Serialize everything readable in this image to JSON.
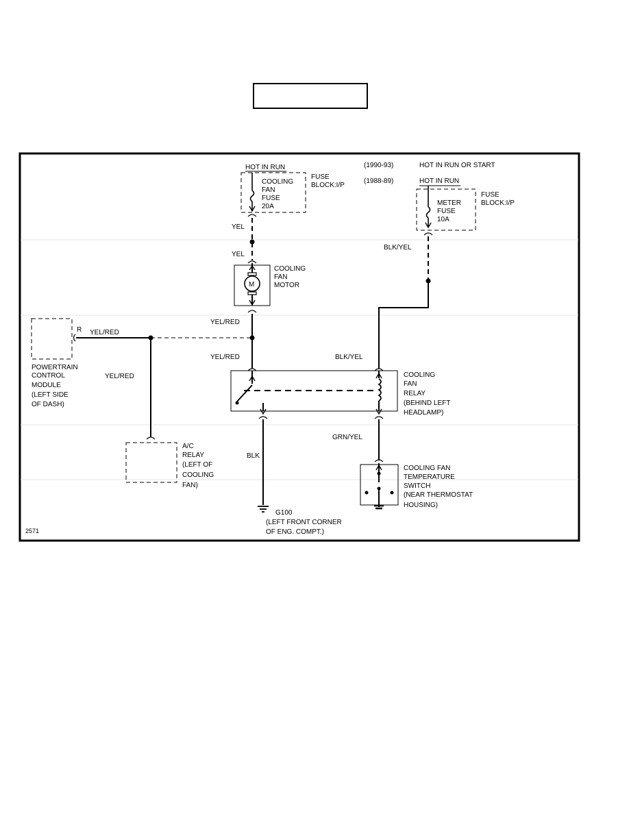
{
  "header_box_text": "",
  "labels": {
    "hot_in_run_1": "HOT IN RUN",
    "years_1990": "(1990-93)",
    "hot_run_start": "HOT IN RUN OR START",
    "years_1988": "(1988-89)",
    "hot_in_run_2": "HOT IN RUN",
    "fuse_cooling_1": "COOLING",
    "fuse_cooling_2": "FAN",
    "fuse_cooling_3": "FUSE",
    "fuse_cooling_4": "20A",
    "fuse_block_1a": "FUSE",
    "fuse_block_1b": "BLOCK:I/P",
    "meter_fuse_1": "METER",
    "meter_fuse_2": "FUSE",
    "meter_fuse_3": "10A",
    "fuse_block_2a": "FUSE",
    "fuse_block_2b": "BLOCK:I/P",
    "yel_1": "YEL",
    "yel_2": "YEL",
    "blk_yel_1": "BLK/YEL",
    "motor_1": "COOLING",
    "motor_2": "FAN",
    "motor_3": "MOTOR",
    "motor_symbol": "M",
    "yel_red_1": "YEL/RED",
    "r_pin": "R",
    "yel_red_2": "YEL/RED",
    "yel_red_3": "YEL/RED",
    "blk_yel_2": "BLK/YEL",
    "pcm_1": "POWERTRAIN",
    "pcm_2": "CONTROL",
    "pcm_3": "MODULE",
    "pcm_4": "(LEFT SIDE",
    "pcm_5": "OF DASH)",
    "yel_red_4": "YEL/RED",
    "relay_1": "COOLING",
    "relay_2": "FAN",
    "relay_3": "RELAY",
    "relay_4": "(BEHIND LEFT",
    "relay_5": "HEADLAMP)",
    "ac_1": "A/C",
    "ac_2": "RELAY",
    "ac_3": "(LEFT OF",
    "ac_4": "COOLING",
    "ac_5": "FAN)",
    "blk": "BLK",
    "grn_yel": "GRN/YEL",
    "temp_1": "COOLING FAN",
    "temp_2": "TEMPERATURE",
    "temp_3": "SWITCH",
    "temp_4": "(NEAR THERMOSTAT",
    "temp_5": "HOUSING)",
    "ground_1": "G100",
    "ground_2": "(LEFT FRONT CORNER",
    "ground_3": "OF ENG. COMPT.)",
    "figure_no": "2571"
  }
}
